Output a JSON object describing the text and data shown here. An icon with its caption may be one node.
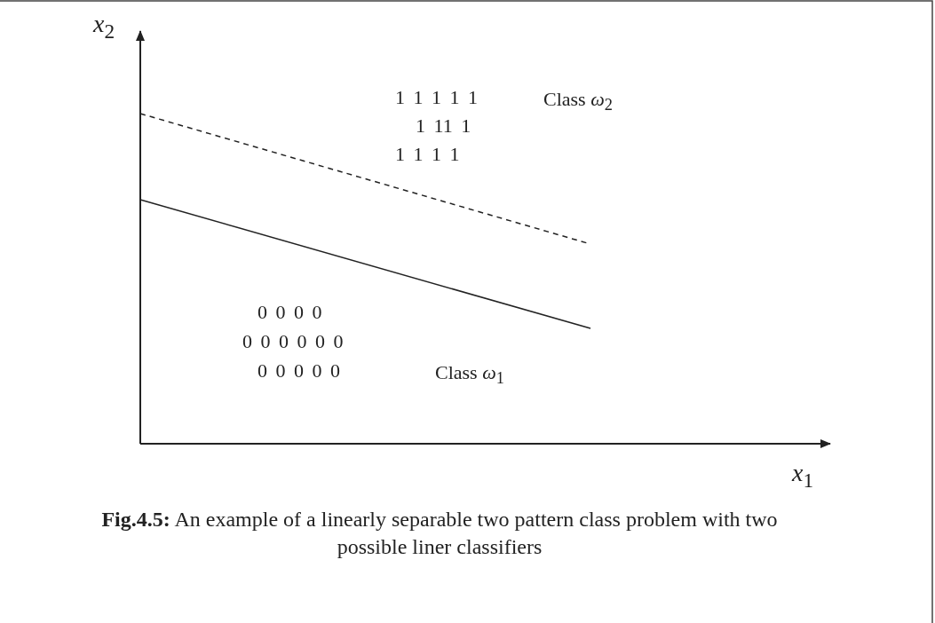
{
  "diagram": {
    "caption": "**Fig.4.5:** An example of a linearly separable two pattern class problem with two possible liner classifiers",
    "labels": [
      "*x*$_{2}$",
      "1 1 1 1 1",
      "Class *ω*$_{2}$",
      "1 11 1",
      "1 1 1 1",
      "0 0 0 0",
      "0 0 0 0 0 0",
      "0 0 0 0 0",
      "Class *ω*$_{1}$",
      "*x*$_{1}$"
    ]
  }
}
